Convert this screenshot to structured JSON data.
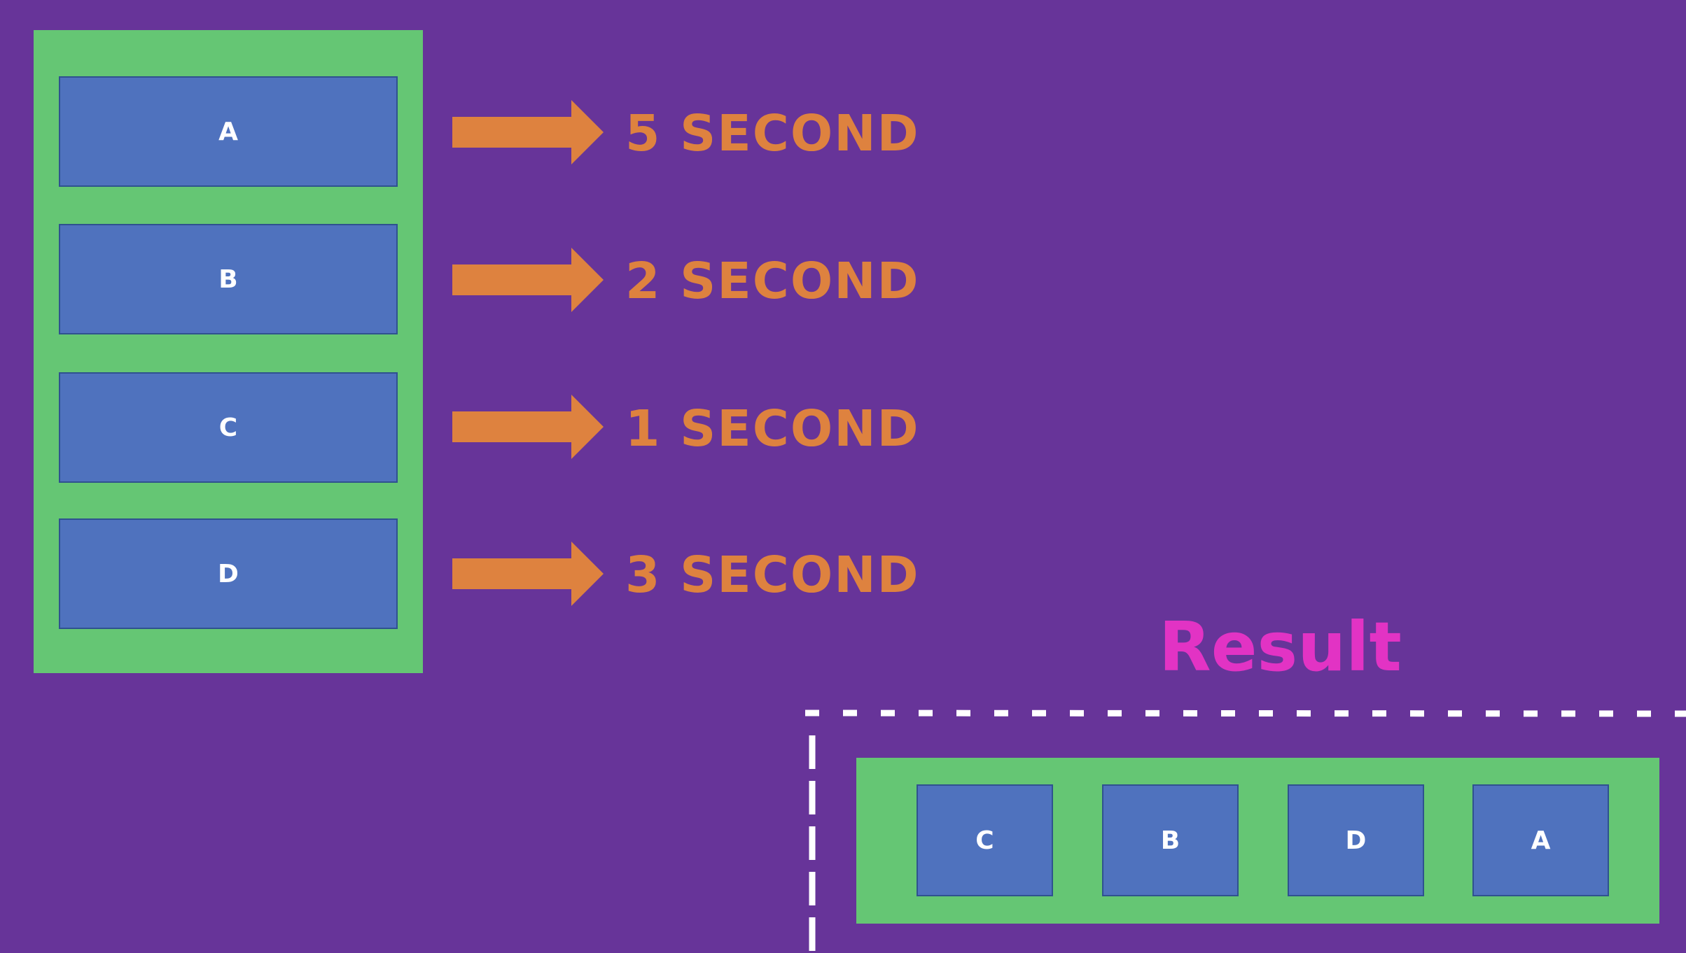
{
  "colors": {
    "background": "#673499",
    "panel": "#65C674",
    "box": "#4F72BE",
    "box_border": "#2F528F",
    "arrow": "#DE823F",
    "label": "#DE823F",
    "result_title": "#E233C4",
    "dashed_frame": "#FFFFFF",
    "box_text": "#FFFFFF"
  },
  "tasks": [
    {
      "label": "A",
      "duration": "5 SECOND"
    },
    {
      "label": "B",
      "duration": "2 SECOND"
    },
    {
      "label": "C",
      "duration": "1 SECOND"
    },
    {
      "label": "D",
      "duration": "3 SECOND"
    }
  ],
  "result": {
    "title": "Result",
    "order": [
      "C",
      "B",
      "D",
      "A"
    ]
  }
}
